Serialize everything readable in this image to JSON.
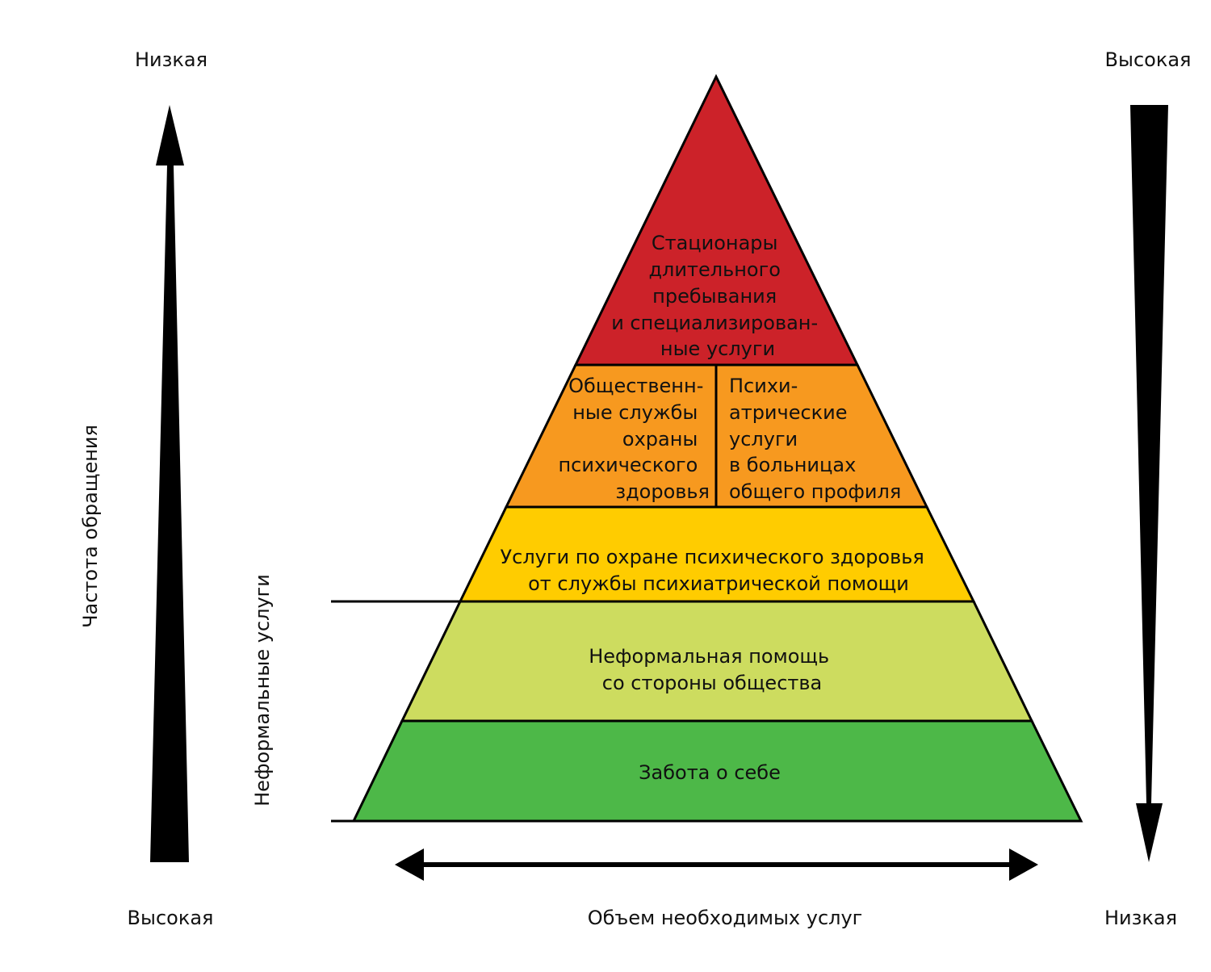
{
  "colors": {
    "top": "#CC2229",
    "middle": "#F7991F",
    "psych_services": "#FFCC00",
    "informal_help": "#CDDC5F",
    "self_care": "#4DB848"
  },
  "left_axis": {
    "top_label": "Низкая",
    "bottom_label": "Высокая",
    "title": "Частота обращения"
  },
  "right_axis": {
    "top_label": "Высокая",
    "bottom_label": "Низкая"
  },
  "bottom_axis": {
    "title": "Объем необходимых услуг"
  },
  "informal_label": "Неформальные услуги",
  "levels": {
    "top": [
      "Стационары",
      "длительного",
      "пребывания",
      "и специализирован-",
      "ные услуги"
    ],
    "middle_left": [
      "Общественн-",
      "ные службы",
      "охраны",
      "психического",
      "здоровья"
    ],
    "middle_right": [
      "Психи-",
      "атрические",
      "услуги",
      "в больницах",
      "общего профиля"
    ],
    "psych_services": [
      "Услуги по охране психического здоровья",
      "от службы психиатрической помощи"
    ],
    "informal_help": [
      "Неформальная помощь",
      "со стороны общества"
    ],
    "self_care": [
      "Забота о себе"
    ]
  }
}
